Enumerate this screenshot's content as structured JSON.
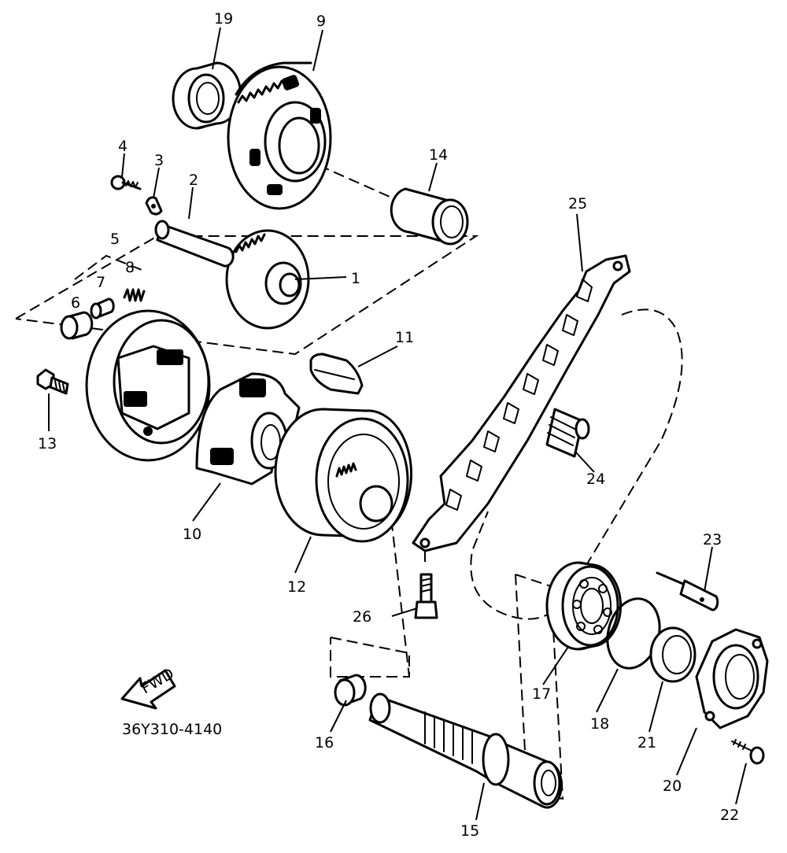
{
  "diagram_code": "36Y310-4140",
  "fwd_label": "FWD",
  "part_numbers": {
    "p1": "1",
    "p2": "2",
    "p3": "3",
    "p4": "4",
    "p5": "5",
    "p6": "6",
    "p7": "7",
    "p8": "8",
    "p9": "9",
    "p10": "10",
    "p11": "11",
    "p12": "12",
    "p13": "13",
    "p14": "14",
    "p15": "15",
    "p16": "16",
    "p17": "17",
    "p18": "18",
    "p19": "19",
    "p20": "20",
    "p21": "21",
    "p22": "22",
    "p23": "23",
    "p24": "24",
    "p25": "25",
    "p26": "26"
  }
}
